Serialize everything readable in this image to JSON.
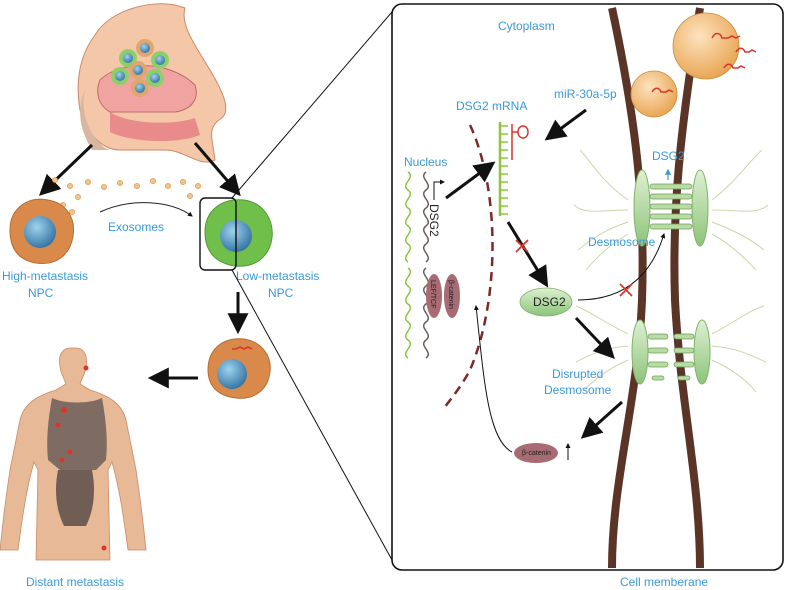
{
  "labels": {
    "exosomes": "Exosomes",
    "high_metastasis": "High-metastasis",
    "high_npc": "NPC",
    "low_metastasis": "Low-metastasis",
    "low_npc": "NPC",
    "distant_metastasis": "Distant metastasis",
    "cytoplasm": "Cytoplasm",
    "dsg2_mrna": "DSG2 mRNA",
    "mir": "miR-30a-5p",
    "nucleus": "Nucleus",
    "dsg2_gene": "DSG2",
    "dsg2_surface": "DSG2",
    "dsg2_protein": "DSG2",
    "desmosome": "Desmosome",
    "disrupted_1": "Disrupted",
    "disrupted_2": "Desmosome",
    "lef_tcf": "LEF/TCF",
    "beta_catenin_nucleus": "β-catenin",
    "beta_catenin_cyto": "β-catenin",
    "cell_membrane": "Cell memberane"
  },
  "colors": {
    "label_blue": "#3a9ad9",
    "membrane_brown": "#5a3426",
    "nuclear_envelope": "#7a2a2a",
    "mirna_red": "#d9362b",
    "mrna_green": "#8cc63f",
    "protein_green": "#9fcf8a",
    "beta_catenin": "#a86b73",
    "exosome_orange": "#f2b46b",
    "tumor_cell_orange": "#d98a4a",
    "low_cell_green": "#6fbf4a",
    "skin": "#e8b996",
    "organs": "#6b5e5a"
  }
}
